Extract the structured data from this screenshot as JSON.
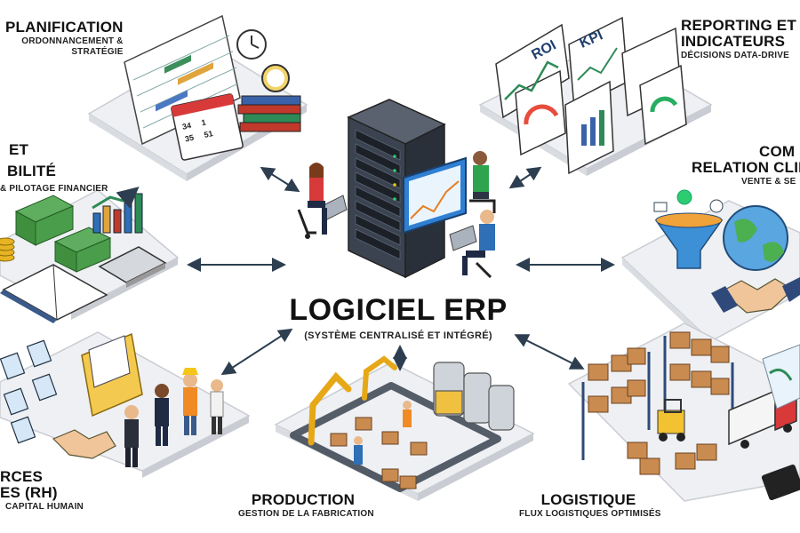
{
  "center": {
    "title": "LOGICIEL ERP",
    "subtitle": "(SYSTÈME CENTRALISÉ ET INTÉGRÉ)"
  },
  "modules": {
    "planification": {
      "title": "PLANIFICATION",
      "subtitle_line1": "ORDONNANCEMENT &",
      "subtitle_line2": "STRATÉGIE"
    },
    "reporting": {
      "title_line1": "REPORTING ET",
      "title_line2": "INDICATEURS",
      "subtitle": "DÉCISIONS DATA-DRIVE"
    },
    "finance": {
      "title_line1": "ET",
      "title_line2": "BILITÉ",
      "subtitle": "& PILOTAGE FINANCIER"
    },
    "crm": {
      "title_line1": "COM",
      "title_line2": "RELATION CLIE",
      "subtitle": "VENTE & SE"
    },
    "rh": {
      "title_line1": "RCES",
      "title_line2": "ES (RH)",
      "subtitle": "CAPITAL HUMAIN"
    },
    "production": {
      "title": "PRODUCTION",
      "subtitle": "GESTION DE LA FABRICATION"
    },
    "logistique": {
      "title": "LOGISTIQUE",
      "subtitle": "FLUX LOGISTIQUES OPTIMISÉS"
    }
  },
  "dashboard_labels": {
    "roi": "ROI",
    "kpi": "KPI"
  },
  "calendar_numbers": [
    "34",
    "1",
    "35",
    "51"
  ],
  "colors": {
    "platform": "#eef0f3",
    "platform_edge": "#c9ccd2",
    "arrow": "#2c3e50",
    "server": "#3b4350",
    "money": "#3f8f3f",
    "box": "#c98b4f",
    "accent_blue": "#2e6fb5"
  }
}
